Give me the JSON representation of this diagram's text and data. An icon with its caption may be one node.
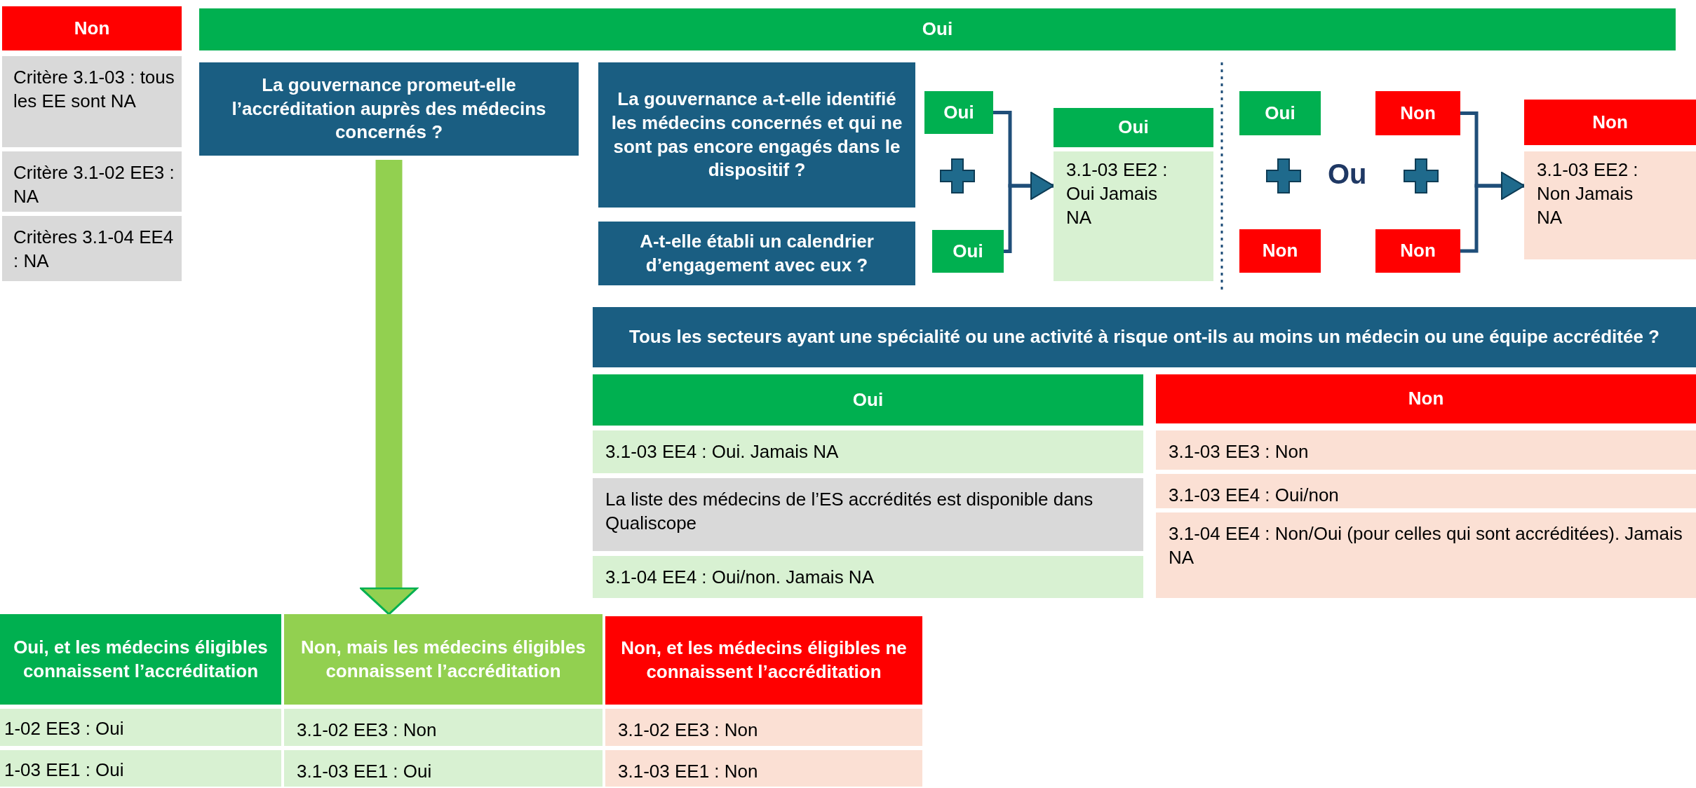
{
  "diagram": {
    "nodes": [
      {
        "text": [
          "Non"
        ]
      },
      {
        "text": [
          "Critère 3.1-03 : tous les EE sont NA"
        ]
      },
      {
        "text": [
          "Critère 3.1-02 EE3 :  NA"
        ]
      },
      {
        "text": [
          "Critères 3.1-04 EE4 : NA"
        ]
      },
      {
        "text": [
          "Oui"
        ]
      },
      {
        "text": [
          "La gouvernance promeut-elle l’accréditation auprès des médecins concernés ?"
        ]
      },
      {
        "text": [
          "La gouvernance a-t-elle identifié les médecins concernés et qui ne sont pas encore engagés dans le dispositif ?"
        ]
      },
      {
        "text": [
          "A-t-elle établi un calendrier d’engagement avec eux ?"
        ]
      },
      {
        "text": [
          "Oui"
        ]
      },
      {
        "text": [
          "Oui"
        ]
      },
      {
        "text": [
          "Oui"
        ]
      },
      {
        "text": [
          "3.1-03  EE2 : Oui Jamais NA"
        ]
      },
      {
        "text": [
          "Oui"
        ]
      },
      {
        "text": [
          "Non"
        ]
      },
      {
        "text": [
          "Non"
        ]
      },
      {
        "text": [
          "Non"
        ]
      },
      {
        "text": [
          "Non"
        ]
      },
      {
        "text": [
          "3.1-03 EE2 : Non Jamais NA"
        ]
      },
      {
        "text": [
          "Tous les secteurs ayant une spécialité ou une activité à risque ont-ils au moins un médecin ou une équipe accréditée ?"
        ]
      },
      {
        "text": [
          "Oui"
        ]
      },
      {
        "text": [
          "3.1-03 EE4 : Oui. Jamais NA"
        ]
      },
      {
        "text": [
          "La liste des médecins de l’ES accrédités est disponible dans Qualiscope"
        ]
      },
      {
        "text": [
          "3.1-04 EE4 : Oui/non. Jamais NA"
        ]
      },
      {
        "text": [
          "Non"
        ]
      },
      {
        "text": [
          "3.1-03 EE3 : Non"
        ]
      },
      {
        "text": [
          "3.1-03 EE4 : Oui/non"
        ]
      },
      {
        "text": [
          "3.1-04 EE4 : Non/Oui (pour celles qui sont accréditées). Jamais NA"
        ]
      },
      {
        "text": [
          "Oui, et les médecins éligibles connaissent l’accréditation"
        ]
      },
      {
        "text": [
          "Non, mais les médecins éligibles connaissent l’accréditation"
        ]
      },
      {
        "text": [
          "Non, et les médecins éligibles ne connaissent l’accréditation"
        ]
      },
      {
        "text": [
          "1-02  EE3 : Oui"
        ]
      },
      {
        "text": [
          "3.1-02  EE3 : Non"
        ]
      },
      {
        "text": [
          "3.1-02  EE3 : Non"
        ]
      },
      {
        "text": [
          "1-03 EE1 : Oui"
        ]
      },
      {
        "text": [
          "3.1-03 EE1 : Oui"
        ]
      },
      {
        "text": [
          "3.1-03 EE1 : Non"
        ]
      }
    ],
    "edges": [
      {
        "from": 5,
        "to": 28,
        "arrow": "to",
        "style": "thick",
        "color": "#92d050"
      },
      {
        "from": 8,
        "to": 11,
        "arrow": "to"
      },
      {
        "from": 9,
        "to": 11,
        "arrow": "to"
      },
      {
        "from": 14,
        "to": 17,
        "arrow": "to"
      },
      {
        "from": 15,
        "to": 17,
        "arrow": "to"
      }
    ],
    "labels": [
      "Ou"
    ]
  }
}
